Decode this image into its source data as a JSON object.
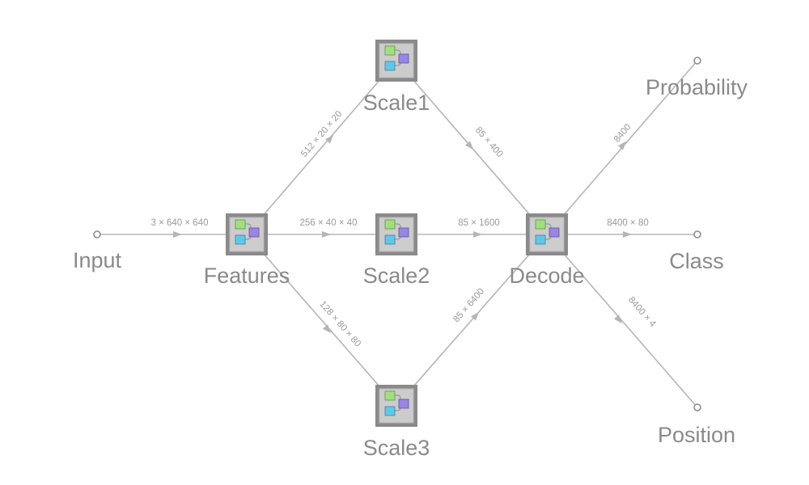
{
  "nodes": {
    "input": "Input",
    "features": "Features",
    "scale1": "Scale1",
    "scale2": "Scale2",
    "scale3": "Scale3",
    "decode": "Decode",
    "probability": "Probability",
    "class": "Class",
    "position": "Position"
  },
  "edges": {
    "input_features": "3 × 640 × 640",
    "features_scale1": "512 × 20 × 20",
    "features_scale2": "256 × 40 × 40",
    "features_scale3": "128 × 80 × 80",
    "scale1_decode": "85 × 400",
    "scale2_decode": "85 × 1600",
    "scale3_decode": "85 × 6400",
    "decode_probability": "8400",
    "decode_class": "8400 × 80",
    "decode_position": "8400 × 4"
  },
  "colors": {
    "edge": "#b5b5b5",
    "node_text": "#8a8a8a",
    "box_border": "#8a8a8a",
    "box_fill": "#cccccc",
    "icon_green": "#9fe07a",
    "icon_blue": "#5ec8ea",
    "icon_purple": "#9a84e6"
  }
}
